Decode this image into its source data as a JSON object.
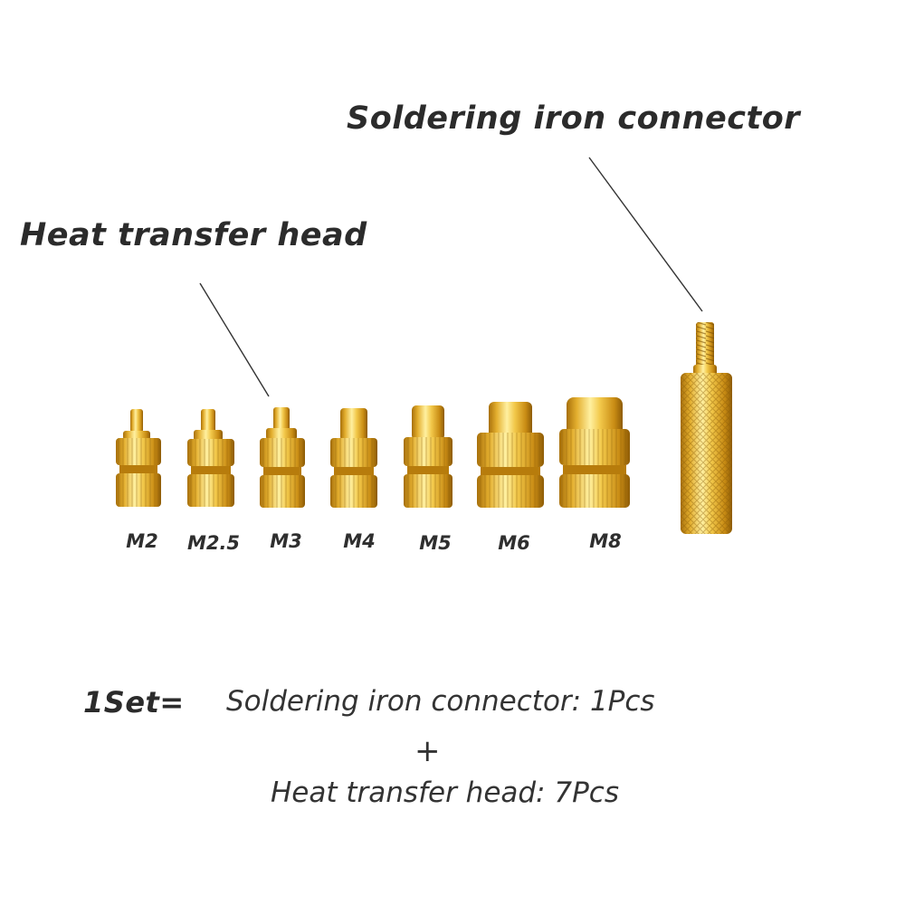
{
  "labels": {
    "connector_title": "Soldering iron connector",
    "head_title": "Heat transfer head"
  },
  "sizes": [
    "M2",
    "M2.5",
    "M3",
    "M4",
    "M5",
    "M6",
    "M8"
  ],
  "set_info": {
    "prefix": "1Set=",
    "line1": "Soldering iron connector: 1Pcs",
    "plus": "+",
    "line2": "Heat transfer head: 7Pcs"
  },
  "colors": {
    "brass_light": "#fff2a6",
    "brass_mid": "#e8b636",
    "brass_dark": "#a86f08",
    "text": "#2b2b2b"
  }
}
